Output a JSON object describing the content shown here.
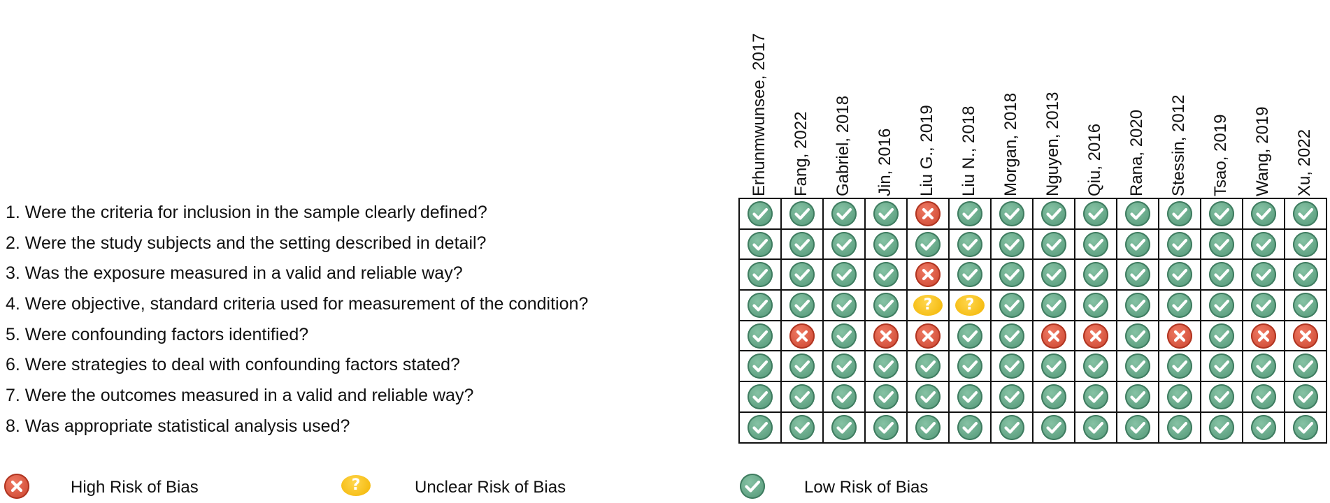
{
  "studies": [
    "Erhunmwunsee, 2017",
    "Fang, 2022",
    "Gabriel, 2018",
    "Jin, 2016",
    "Liu G., 2019",
    "Liu N., 2018",
    "Morgan, 2018",
    "Nguyen, 2013",
    "Qiu, 2016",
    "Rana, 2020",
    "Stessin, 2012",
    "Tsao, 2019",
    "Wang, 2019",
    "Xu, 2022"
  ],
  "questions": [
    "1. Were the criteria for inclusion in the sample clearly defined?",
    "2. Were the study subjects and the setting described in detail?",
    "3. Was the exposure measured in a valid and reliable way?",
    "4. Were objective, standard criteria used for measurement of the condition?",
    "5. Were confounding factors identified?",
    "6. Were strategies to deal with confounding factors stated?",
    "7. Were the outcomes measured in a valid and reliable way?",
    "8. Was appropriate statistical analysis used?"
  ],
  "ratings": [
    [
      "low",
      "low",
      "low",
      "low",
      "high",
      "low",
      "low",
      "low",
      "low",
      "low",
      "low",
      "low",
      "low",
      "low"
    ],
    [
      "low",
      "low",
      "low",
      "low",
      "low",
      "low",
      "low",
      "low",
      "low",
      "low",
      "low",
      "low",
      "low",
      "low"
    ],
    [
      "low",
      "low",
      "low",
      "low",
      "high",
      "low",
      "low",
      "low",
      "low",
      "low",
      "low",
      "low",
      "low",
      "low"
    ],
    [
      "low",
      "low",
      "low",
      "low",
      "unclear",
      "unclear",
      "low",
      "low",
      "low",
      "low",
      "low",
      "low",
      "low",
      "low"
    ],
    [
      "low",
      "high",
      "low",
      "high",
      "high",
      "low",
      "low",
      "high",
      "high",
      "low",
      "high",
      "low",
      "high",
      "high"
    ],
    [
      "low",
      "low",
      "low",
      "low",
      "low",
      "low",
      "low",
      "low",
      "low",
      "low",
      "low",
      "low",
      "low",
      "low"
    ],
    [
      "low",
      "low",
      "low",
      "low",
      "low",
      "low",
      "low",
      "low",
      "low",
      "low",
      "low",
      "low",
      "low",
      "low"
    ],
    [
      "low",
      "low",
      "low",
      "low",
      "low",
      "low",
      "low",
      "low",
      "low",
      "low",
      "low",
      "low",
      "low",
      "low"
    ]
  ],
  "legend": {
    "high": "High Risk of Bias",
    "unclear": "Unclear Risk of Bias",
    "low": "Low Risk of Bias"
  },
  "unclear_symbol": "?",
  "colors": {
    "low": "#5a9e7e",
    "high": "#d9503a",
    "unclear": "#f7c010"
  },
  "icons": {
    "low": "check-icon",
    "high": "cross-icon",
    "unclear": "question-icon"
  }
}
